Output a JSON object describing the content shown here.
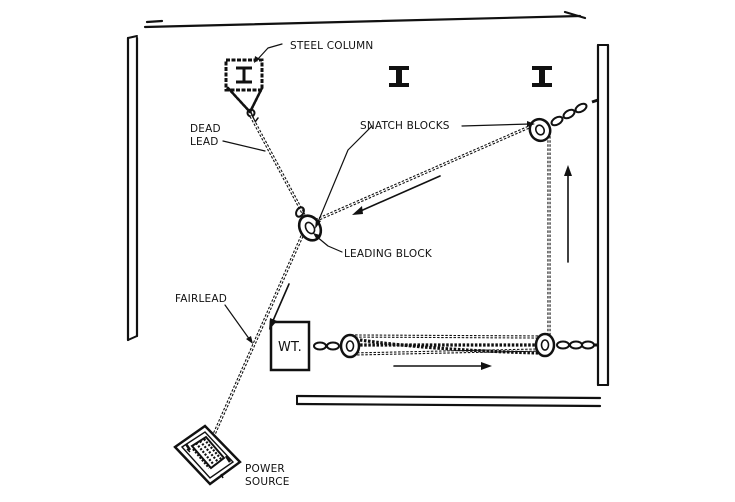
{
  "labels": {
    "steel_column": "STEEL COLUMN",
    "dead_lead_1": "DEAD",
    "dead_lead_2": "LEAD",
    "snatch_blocks": "SNATCH BLOCKS",
    "leading_block": "LEADING BLOCK",
    "fairlead": "FAIRLEAD",
    "weight": "WT.",
    "power_source_1": "POWER",
    "power_source_2": "SOURCE"
  }
}
